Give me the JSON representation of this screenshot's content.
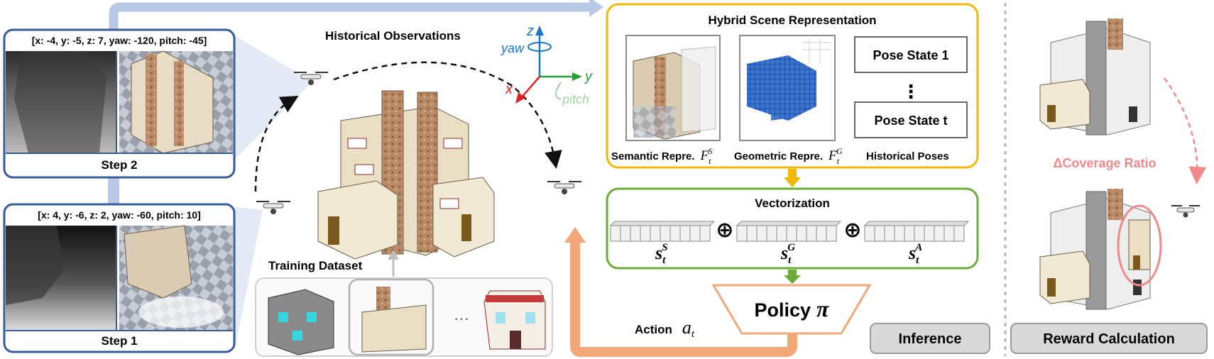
{
  "observations": {
    "title": "Historical Observations",
    "step2": {
      "pose": "[x: -4, y: -5, z: 7, yaw: -120, pitch: -45]",
      "label": "Step 2"
    },
    "step1": {
      "pose": "[x: 4, y: -6, z: 2, yaw: -60, pitch: 10]",
      "label": "Step 1"
    }
  },
  "axes": {
    "z": "z",
    "yaw": "yaw",
    "x": "x",
    "y": "y",
    "pitch": "pitch"
  },
  "training": {
    "title": "Training Dataset",
    "ellipsis": "···"
  },
  "hybrid": {
    "title": "Hybrid Scene Representation",
    "pose_first": "Pose State 1",
    "pose_dots": "⋮",
    "pose_last": "Pose State t",
    "semantic_label": "Semantic Repre.",
    "geometric_label": "Geometric Repre.",
    "history_label": "Historical Poses",
    "F": "F",
    "t": "t",
    "S": "S",
    "G": "G"
  },
  "vectorization": {
    "title": "Vectorization",
    "oplus": "⊕",
    "s": "s",
    "t": "t",
    "S": "S",
    "G": "G",
    "A": "A"
  },
  "policy": {
    "label": "Policy",
    "symbol": "π"
  },
  "action": {
    "label": "Action",
    "a": "a",
    "t": "t"
  },
  "inference": {
    "label": "Inference"
  },
  "reward": {
    "title": "Reward Calculation",
    "delta": "ΔCoverage Ratio"
  },
  "colors": {
    "blue_frame": "#3a5b9a",
    "light_blue": "#b8c9e6",
    "yellow": "#f2b705",
    "green": "#6aab3a",
    "orange": "#f3a777",
    "gray_box": "#d9d9d9",
    "pink": "#f08a8a",
    "axis_z": "#1a75c9",
    "axis_x": "#e02020",
    "axis_y": "#2a9d3a",
    "pitch": "#9fd39f"
  }
}
